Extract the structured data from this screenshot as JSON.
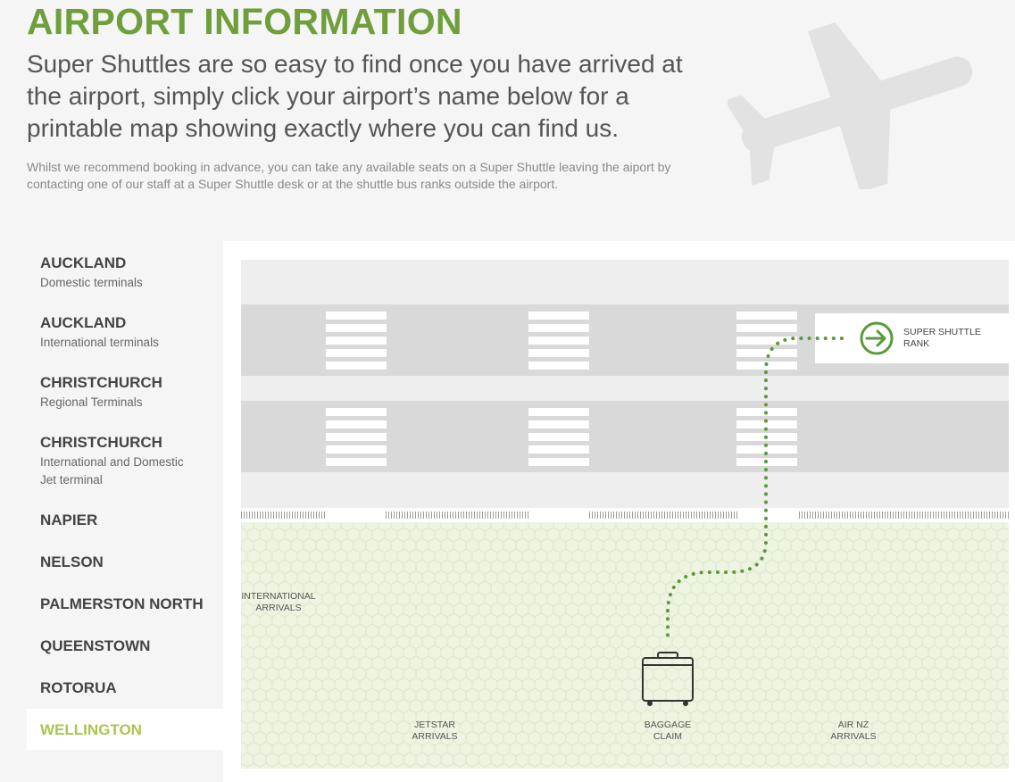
{
  "page": {
    "title": "AIRPORT INFORMATION",
    "lead": "Super Shuttles are so easy to find once you have arrived at the airport, simply click your airport’s name below for a printable map showing exactly where you can find us.",
    "note": "Whilst we recommend booking in advance, you can take any available seats on a Super Shuttle leaving the aiport by contacting one of our staff at a Super Shuttle desk or at the shuttle bus ranks outside the airport."
  },
  "sidebar": {
    "items": [
      {
        "name": "AUCKLAND",
        "sub": "Domestic terminals"
      },
      {
        "name": "AUCKLAND",
        "sub": "International terminals"
      },
      {
        "name": "CHRISTCHURCH",
        "sub": "Regional Terminals"
      },
      {
        "name": "CHRISTCHURCH",
        "sub1": "International and Domestic",
        "sub2": "Jet terminal"
      },
      {
        "name": "NAPIER"
      },
      {
        "name": "NELSON"
      },
      {
        "name": "PALMERSTON NORTH"
      },
      {
        "name": "QUEENSTOWN"
      },
      {
        "name": "ROTORUA"
      },
      {
        "name": "WELLINGTON",
        "active": true
      }
    ]
  },
  "map": {
    "rank_label_1": "SUPER SHUTTLE",
    "rank_label_2": "RANK",
    "intl_1": "INTERNATIONAL",
    "intl_2": "ARRIVALS",
    "jetstar_1": "JETSTAR",
    "jetstar_2": "ARRIVALS",
    "baggage_1": "BAGGAGE",
    "baggage_2": "CLAIM",
    "airnz_1": "AIR NZ",
    "airnz_2": "ARRIVALS"
  },
  "colors": {
    "brand_green": "#6f9f3b",
    "active_green": "#a8c64f",
    "path_green": "#5a9a3a",
    "road_gray": "#d9d9d9",
    "terminal_fill": "#eef4e2"
  },
  "icons": [
    "airplane-icon",
    "arrow-right-circle-icon",
    "suitcase-icon"
  ]
}
